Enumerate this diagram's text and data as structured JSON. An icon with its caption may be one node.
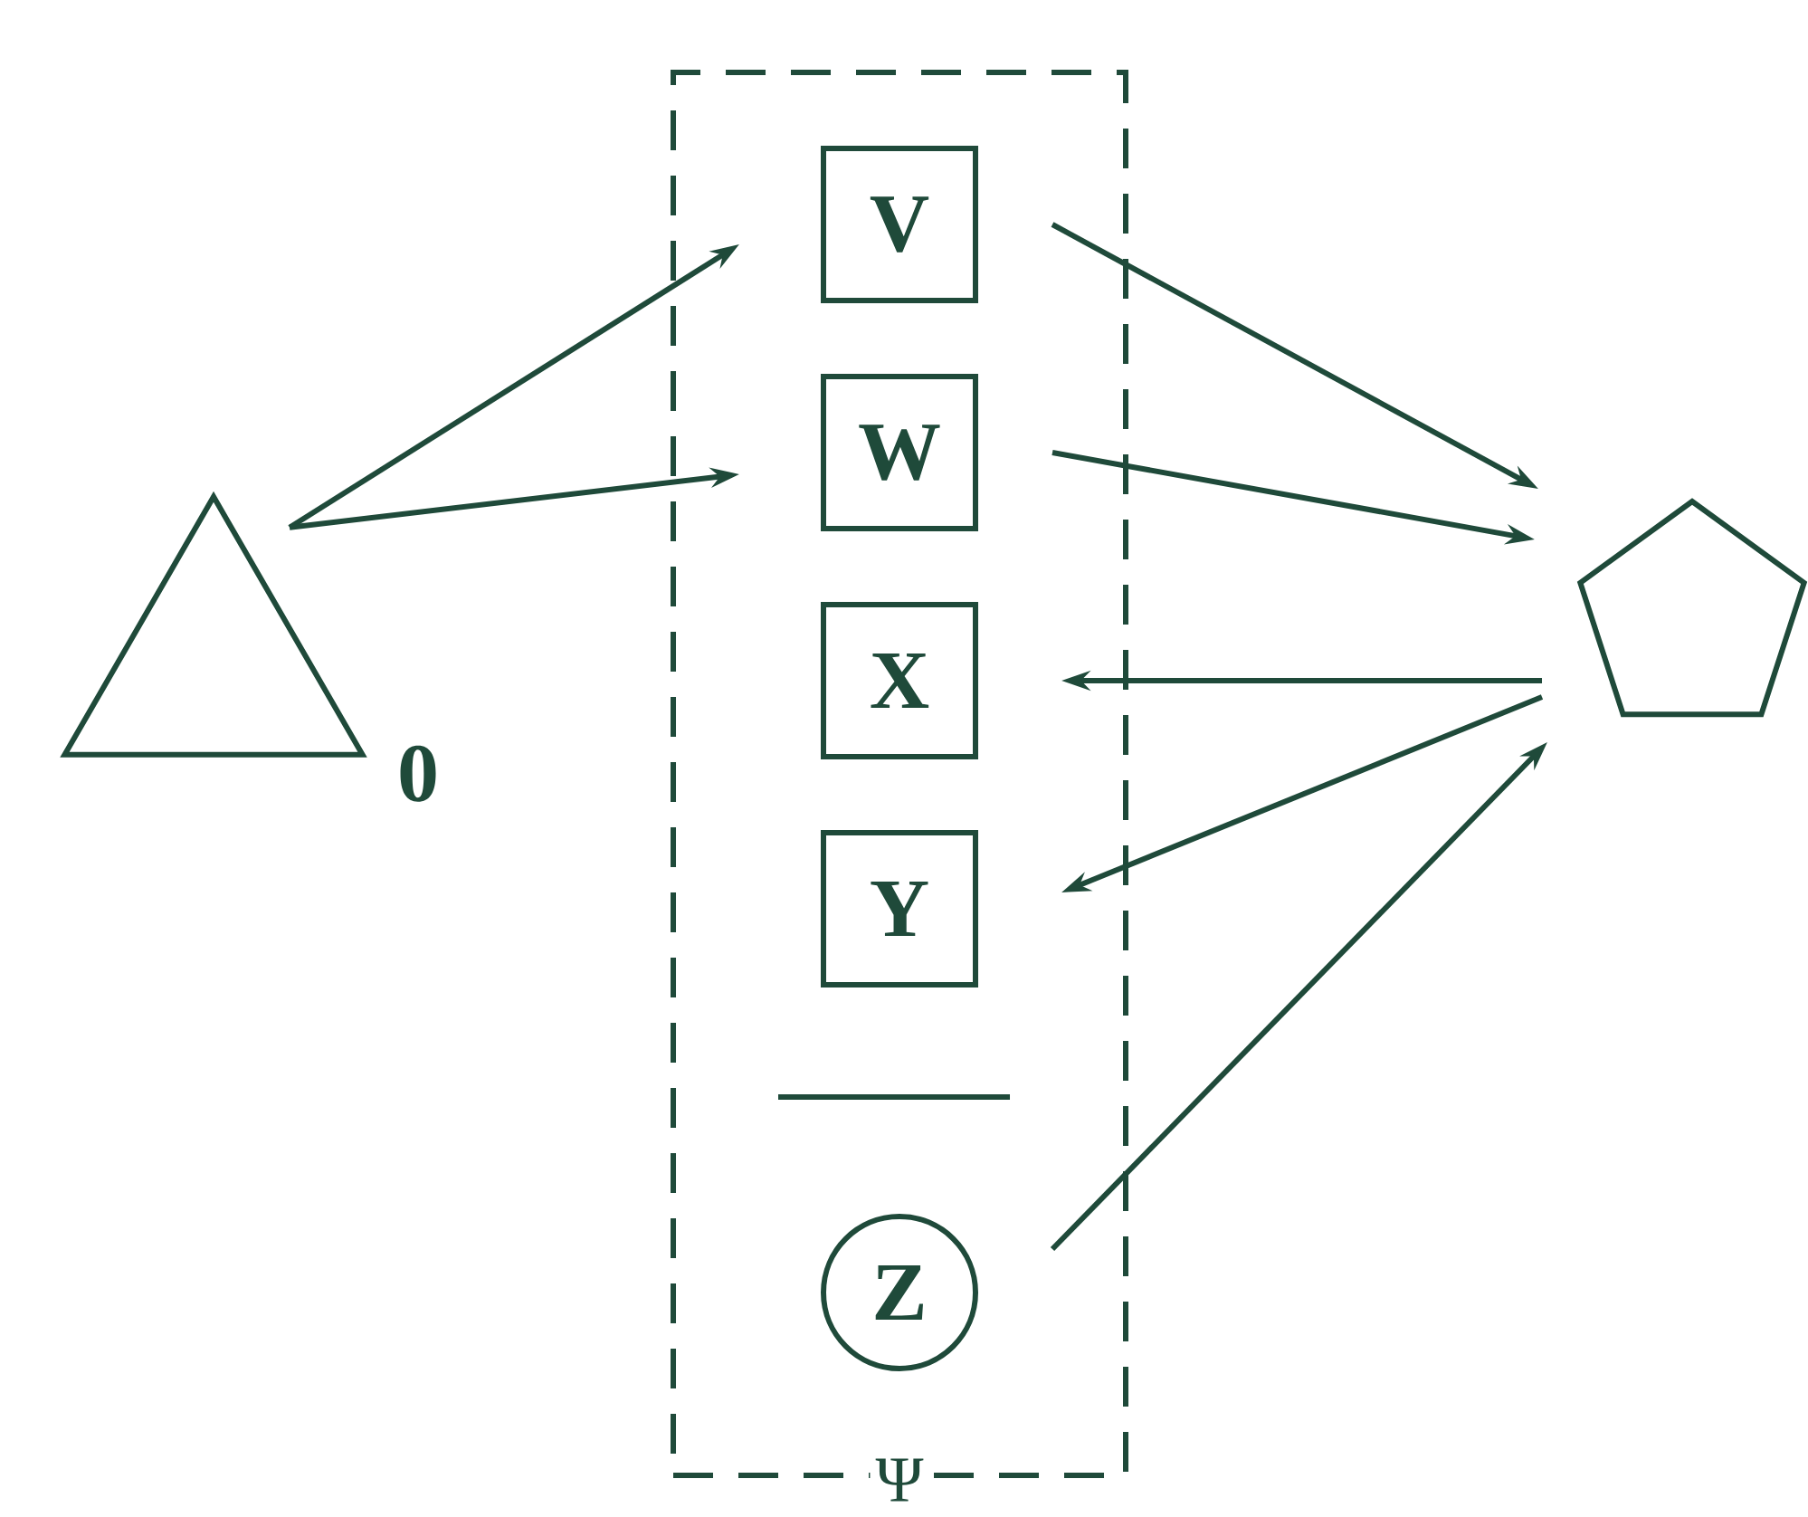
{
  "diagram": {
    "nodes": [
      {
        "text": [],
        "shape": "triangle",
        "beside": [
          "0"
        ]
      },
      {
        "text": [
          "Ψ"
        ]
      },
      {
        "text": [
          "V"
        ],
        "in": 1
      },
      {
        "text": [
          "W"
        ],
        "in": 1
      },
      {
        "text": [
          "X"
        ],
        "in": 1
      },
      {
        "text": [
          "Y"
        ],
        "in": 1
      },
      {
        "text": [
          "Z"
        ],
        "in": 1
      },
      {
        "text": [],
        "shape": "pentagon"
      }
    ],
    "edges": [
      {
        "from": 0,
        "to": 2,
        "arrow": "to"
      },
      {
        "from": 0,
        "to": 3,
        "arrow": "to"
      },
      {
        "from": 2,
        "to": 7,
        "arrow": "to"
      },
      {
        "from": 3,
        "to": 7,
        "arrow": "to"
      },
      {
        "from": 7,
        "to": 4,
        "arrow": "to"
      },
      {
        "from": 7,
        "to": 5,
        "arrow": "to"
      },
      {
        "from": 6,
        "to": 7,
        "arrow": "to"
      }
    ]
  }
}
